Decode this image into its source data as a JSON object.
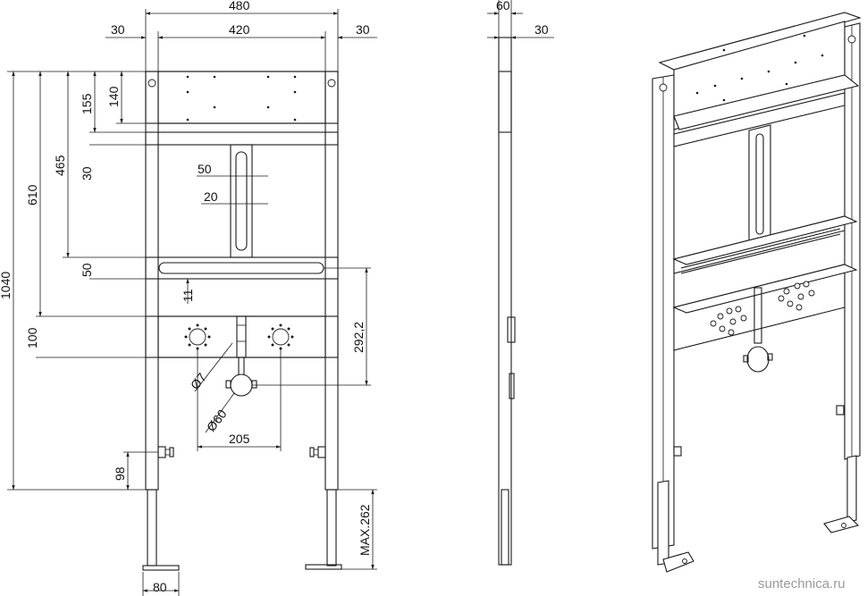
{
  "front_view": {
    "dims": {
      "overall_width": "480",
      "inner_width": "420",
      "left_offset": "30",
      "right_offset": "30",
      "height_total": "1040",
      "height_610": "610",
      "height_465": "465",
      "plate_155": "155",
      "plate_140": "140",
      "gap_30": "30",
      "slot_50_w": "50",
      "slot_20_w": "20",
      "rail_50": "50",
      "rail_11": "11",
      "panel_100": "100",
      "height_292": "292,2",
      "hole_7": "Ø7",
      "hole_60": "Ø60",
      "spacing_205": "205",
      "foot_98": "98",
      "foot_max": "MAX.262",
      "foot_80": "80"
    }
  },
  "side_view": {
    "dims": {
      "depth_60": "60",
      "depth_30": "30"
    }
  },
  "watermark": "suntechnica.ru"
}
